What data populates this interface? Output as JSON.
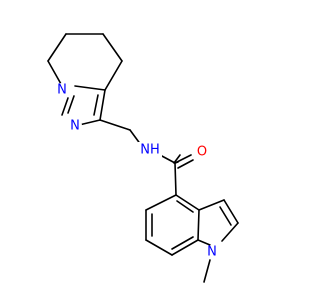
{
  "molecule": {
    "atoms": {
      "n_pyrrole_fused": {
        "text": "N",
        "color": "#0000ff"
      },
      "n_pyrazole": {
        "text": "N",
        "color": "#0000ff"
      },
      "n_amide": {
        "text": "NH",
        "color": "#0000ff"
      },
      "o_carbonyl": {
        "text": "O",
        "color": "#ff0000"
      },
      "n_indole": {
        "text": "N",
        "color": "#0000ff"
      }
    }
  },
  "colors": {
    "bond": "#000000",
    "nitrogen": "#0000ff",
    "oxygen": "#ff0000",
    "background": "#ffffff"
  }
}
